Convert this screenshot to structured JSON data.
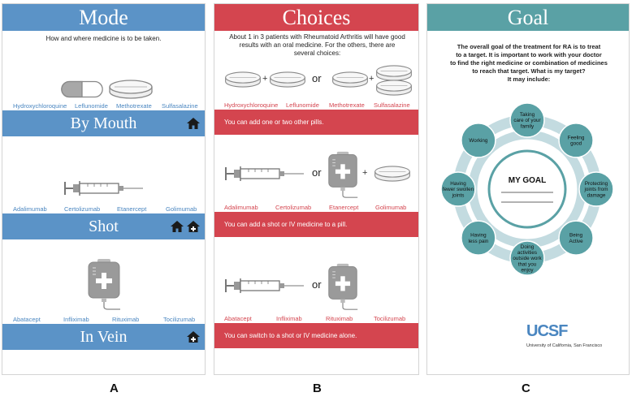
{
  "panels": {
    "A": {
      "title": "Mode",
      "subtitle": "How and where medicine is to be taken.",
      "sections": [
        {
          "name": "By Mouth",
          "drugs": [
            "Hydroxychloroquine",
            "Leflunomide",
            "Methotrexate",
            "Sulfasalazine"
          ]
        },
        {
          "name": "Shot",
          "drugs": [
            "Adalimumab",
            "Certolizumab",
            "Etanercept",
            "Golimumab"
          ]
        },
        {
          "name": "In Vein",
          "drugs": [
            "Abatacept",
            "Infliximab",
            "Rituximab",
            "Tocilizumab"
          ]
        }
      ]
    },
    "B": {
      "title": "Choices",
      "intro": "About 1 in 3 patients with Rheumatoid Arthritis will have good results with an oral medicine. For the others, there are several choices:",
      "or_label": "or",
      "plus_label": "+",
      "sections": [
        {
          "drugs": [
            "Hydroxychloroquine",
            "Leflunomide",
            "Methotrexate",
            "Sulfasalazine"
          ],
          "band": "You can add one or two other pills."
        },
        {
          "drugs": [
            "Adalimumab",
            "Certolizumab",
            "Etanercept",
            "Golimumab"
          ],
          "band": "You can add a shot or IV medicine to a pill."
        },
        {
          "drugs": [
            "Abatacept",
            "Infliximab",
            "Rituximab",
            "Tocilizumab"
          ],
          "band": "You can switch to a shot or IV medicine alone."
        }
      ]
    },
    "C": {
      "title": "Goal",
      "intro_1": "The overall goal of the treatment for RA is to treat",
      "intro_2a": "to a ",
      "intro_2b": "target.",
      "intro_2c": " It is important to work with your doctor",
      "intro_3": "to find the right medicine or combination of medicines",
      "intro_4": "to reach that target. What is my target?",
      "intro_5": "It may include:",
      "center": "MY GOAL",
      "goals": [
        [
          "Taking",
          "care of your",
          "family"
        ],
        [
          "Feeling",
          "good"
        ],
        [
          "Protecting",
          "joints from",
          "damage"
        ],
        [
          "Being",
          "Active"
        ],
        [
          "Doing",
          "activities",
          "outside work",
          "that you",
          "enjoy"
        ],
        [
          "Having",
          "less pain"
        ],
        [
          "Having",
          "fewer swollen",
          "joints"
        ],
        [
          "Working"
        ]
      ],
      "logo": "UCSF",
      "logo_sub": "University of California, San Francisco"
    }
  },
  "panel_letters": [
    "A",
    "B",
    "C"
  ],
  "colors": {
    "blue": "#5b93c7",
    "red": "#d4454f",
    "teal": "#5aa1a5"
  },
  "icons": [
    "pill-icon",
    "syringe-icon",
    "iv-bag-icon",
    "home-icon",
    "hospital-icon"
  ]
}
